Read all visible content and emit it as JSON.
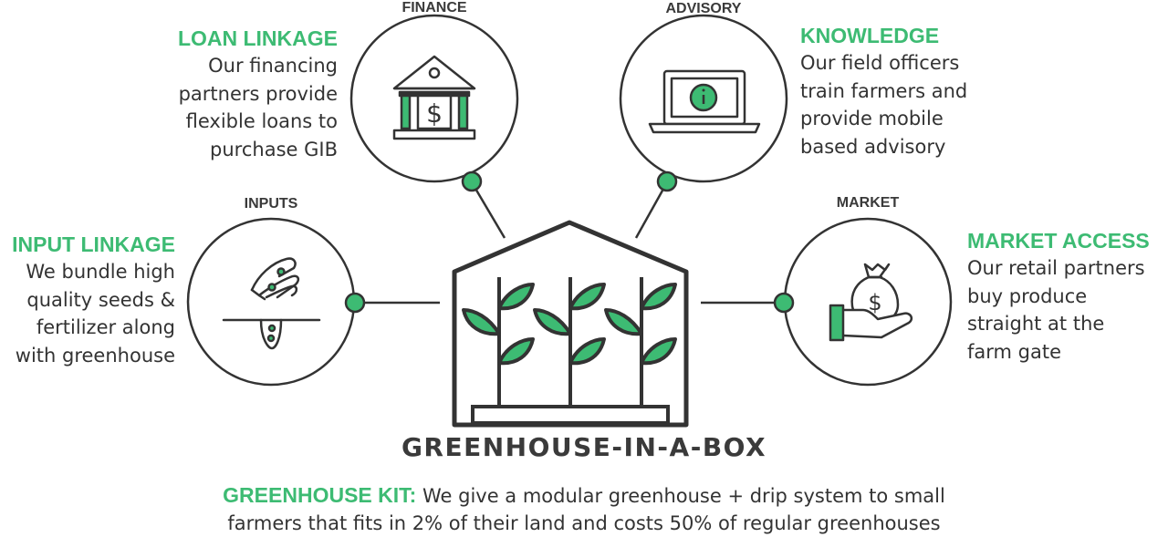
{
  "colors": {
    "accent": "#3dbb73",
    "stroke": "#333333"
  },
  "nodes": {
    "finance": {
      "label": "FINANCE",
      "heading": "LOAN LINKAGE",
      "lines": [
        "Our financing",
        "partners provide",
        "flexible loans to",
        "purchase GIB"
      ],
      "icon": "bank-dollar-icon"
    },
    "advisory": {
      "label": "ADVISORY",
      "heading": "KNOWLEDGE",
      "lines": [
        "Our field officers",
        "train farmers and",
        "provide mobile",
        "based advisory"
      ],
      "icon": "laptop-info-icon"
    },
    "inputs": {
      "label": "INPUTS",
      "heading": "INPUT LINKAGE",
      "lines": [
        "We bundle high",
        "quality seeds &",
        "fertilizer along",
        "with greenhouse"
      ],
      "icon": "hand-seeds-icon"
    },
    "market": {
      "label": "MARKET",
      "heading": "MARKET ACCESS",
      "lines": [
        "Our retail partners",
        "buy produce",
        "straight at the",
        "farm gate"
      ],
      "icon": "hand-money-bag-icon"
    }
  },
  "center": {
    "title": "GREENHOUSE-IN-A-BOX",
    "icon": "greenhouse-plants-icon"
  },
  "kit": {
    "label": "GREENHOUSE KIT:",
    "line1_rest": " We give a modular greenhouse + drip system to small",
    "line2": "farmers that fits in 2% of their land and costs 50% of regular greenhouses"
  }
}
